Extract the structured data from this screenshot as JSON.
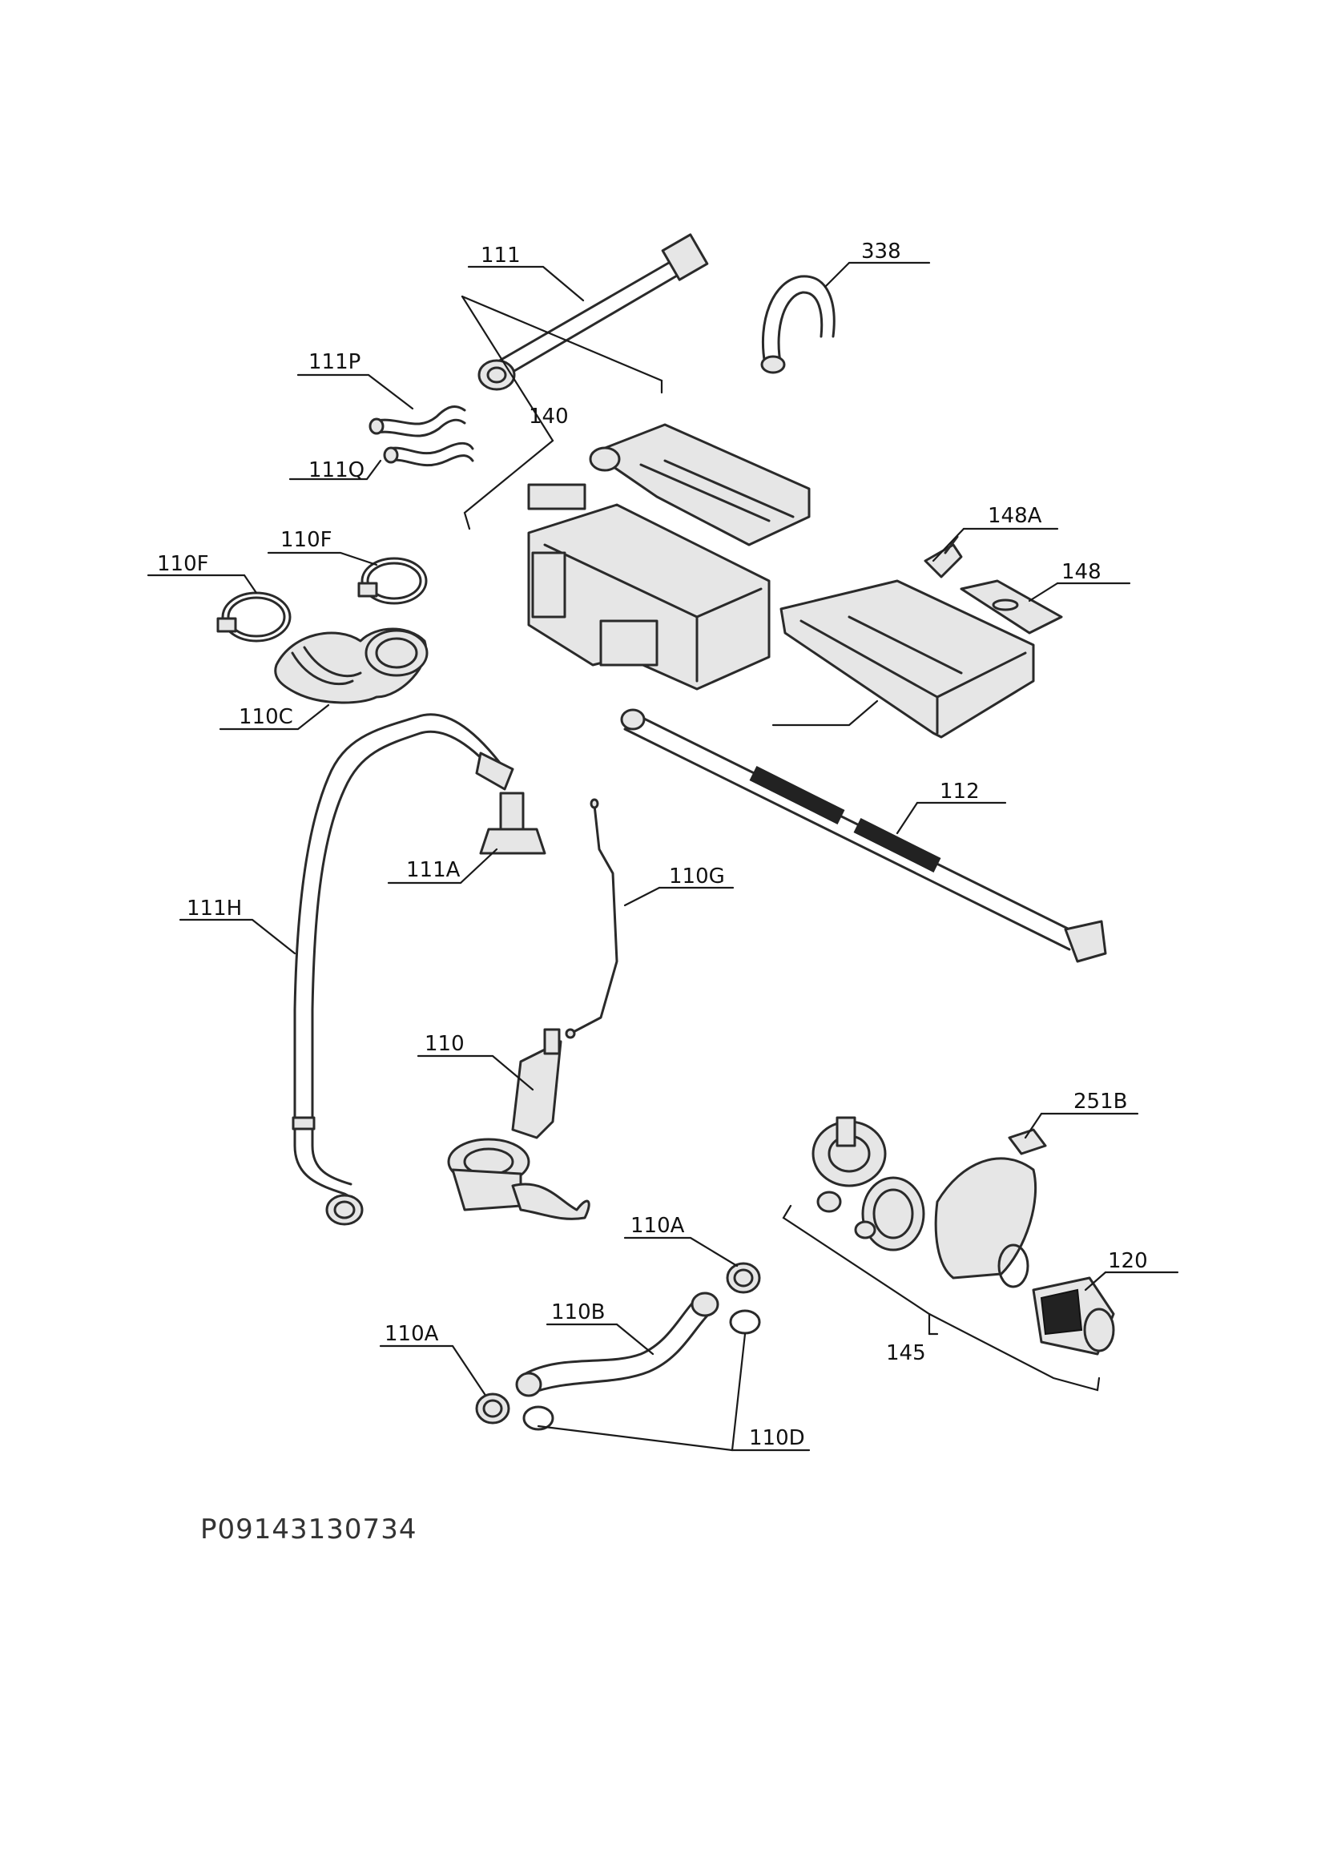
{
  "document_id": "P09143130734",
  "labels": {
    "l111": "111",
    "l338": "338",
    "l111P": "111P",
    "l140": "140",
    "l111Q": "111Q",
    "l148A": "148A",
    "l110F_right": "110F",
    "l110F_left": "110F",
    "l148": "148",
    "l110C": "110C",
    "l112": "112",
    "l111A": "111A",
    "l110G": "110G",
    "l111H": "111H",
    "l110": "110",
    "l251B": "251B",
    "l110A_top": "110A",
    "l120": "120",
    "l110B": "110B",
    "l145": "145",
    "l110A_bottom": "110A",
    "l110D": "110D"
  }
}
